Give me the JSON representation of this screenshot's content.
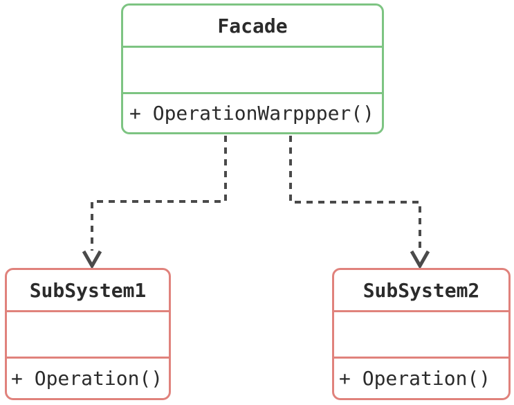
{
  "diagram": {
    "type": "uml-class-diagram",
    "classes": [
      {
        "id": "facade",
        "name": "Facade",
        "fields": "",
        "methods": [
          "+ OperationWarppper()"
        ],
        "border_color": "#7dc482"
      },
      {
        "id": "subsystem1",
        "name": "SubSystem1",
        "fields": "",
        "methods": [
          "+ Operation()"
        ],
        "border_color": "#e0827c"
      },
      {
        "id": "subsystem2",
        "name": "SubSystem2",
        "fields": "",
        "methods": [
          "+ Operation()"
        ],
        "border_color": "#e0827c"
      }
    ],
    "edges": [
      {
        "from": "Facade",
        "to": "SubSystem1",
        "style": "dashed",
        "arrow": "open-v"
      },
      {
        "from": "Facade",
        "to": "SubSystem2",
        "style": "dashed",
        "arrow": "open-v"
      }
    ],
    "colors": {
      "facade_border": "#7dc482",
      "subsystem_border": "#e0827c",
      "connector": "#4a4a4a",
      "text": "#2b2b2b",
      "background": "#ffffff"
    }
  }
}
